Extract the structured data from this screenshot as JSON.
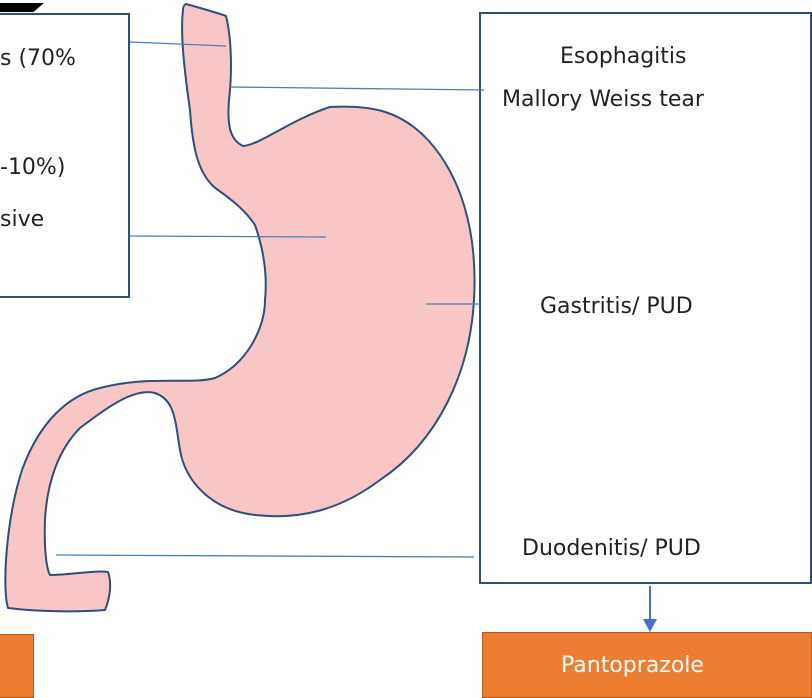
{
  "left_box": {
    "lines": [
      "s (70%",
      "-10%)",
      "sive"
    ]
  },
  "right_box": {
    "esophagus_label_1": "Esophagitis",
    "esophagus_label_2": "Mallory Weiss tear",
    "stomach_label": "Gastritis/ PUD",
    "duodenum_label": "Duodenitis/ PUD"
  },
  "treatment": {
    "label": "Pantoprazole"
  },
  "colors": {
    "organ_fill": "#f9c6c6",
    "outline": "#2f4f7a",
    "leader_line": "#4a7ebb",
    "treatment_fill": "#ed7d31",
    "arrow": "#4472c4"
  }
}
